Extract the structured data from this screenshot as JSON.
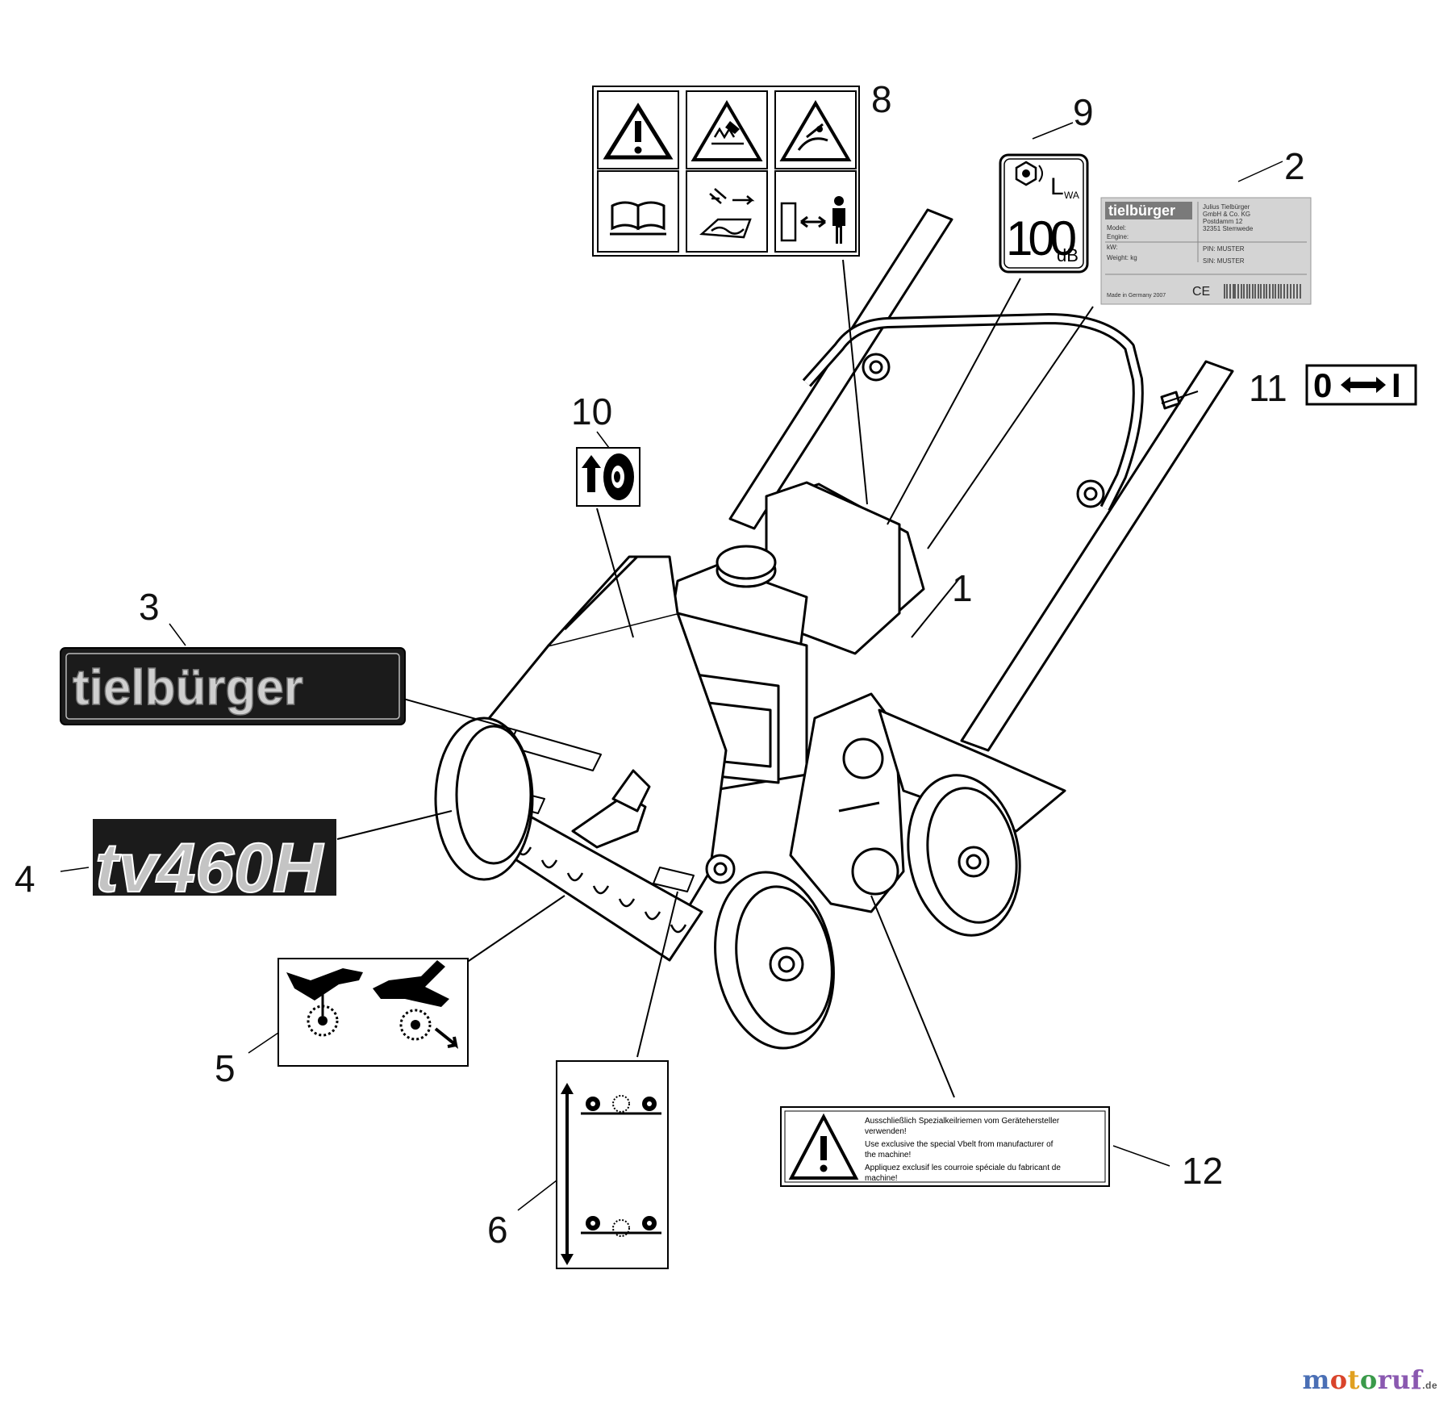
{
  "callouts": {
    "c1": "1",
    "c2": "2",
    "c3": "3",
    "c4": "4",
    "c5": "5",
    "c6": "6",
    "c8": "8",
    "c9": "9",
    "c10": "10",
    "c11": "11",
    "c12": "12"
  },
  "labels": {
    "brand_logo": "tielbürger",
    "model_logo": "tv460H",
    "noise_symbol": "L",
    "noise_sub": "WA",
    "noise_value": "100",
    "noise_unit": "dB",
    "switch_off": "0",
    "switch_on": "I"
  },
  "rating_plate": {
    "brand": "tielbürger",
    "company_lines": [
      "Julius Tielbürger",
      "GmbH & Co. KG",
      "Postdamm 12",
      "32351 Stemwede"
    ],
    "fields": [
      "Model:",
      "Engine:",
      "kW:",
      "Weight:   kg"
    ],
    "pin": "PIN:  MUSTER",
    "sin": "SIN:  MUSTER",
    "made_in": "Made in Germany 2007",
    "ce": "CE"
  },
  "warning_label": {
    "lines": [
      "Ausschließlich Spezialkeilriemen vom Gerätehersteller",
      "verwenden!",
      "Use exclusive the special Vbelt from manufacturer of",
      "the machine!",
      "Appliquez exclusif les courroie spéciale du fabricant de",
      "machine!"
    ]
  },
  "watermark": {
    "letters": [
      "m",
      "o",
      "t",
      "o",
      "ruf"
    ],
    "suffix": ".de"
  }
}
